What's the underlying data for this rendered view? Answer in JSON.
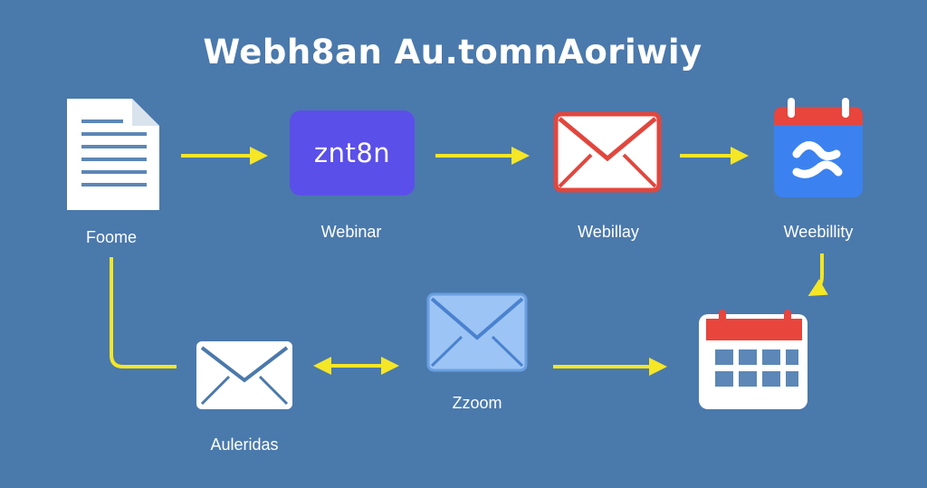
{
  "title": "Webh8an Au.tomnAoriwiy",
  "nodes": {
    "document": {
      "label": "Foome",
      "icon": "document-icon"
    },
    "n8n": {
      "label": "Webinar",
      "icon": "n8n-logo-icon",
      "logo_text": "znt8n"
    },
    "email_red": {
      "label": "Webillay",
      "icon": "email-icon"
    },
    "calendar_app": {
      "label": "Weebillity",
      "icon": "calendar-app-icon"
    },
    "email_white": {
      "label": "Auleridas",
      "icon": "email-icon"
    },
    "email_blue": {
      "label": "Zzoom",
      "icon": "email-icon"
    },
    "calendar": {
      "label": "",
      "icon": "calendar-icon"
    }
  },
  "colors": {
    "background": "#4a79ac",
    "arrow": "#f5e626",
    "n8n_box": "#5b4fe9",
    "calendar_header": "#e8453c",
    "calendar_app_body": "#3b82f0"
  }
}
